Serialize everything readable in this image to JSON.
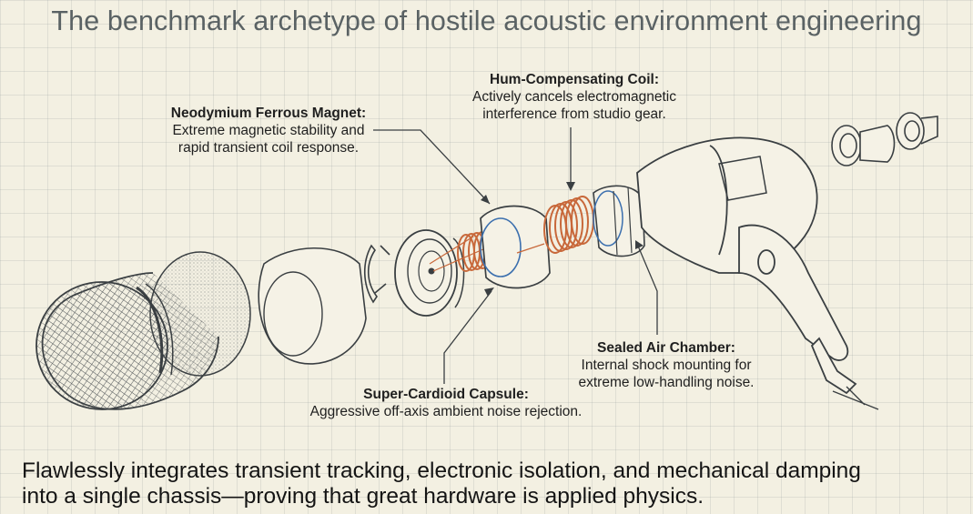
{
  "title": "The benchmark archetype of hostile acoustic environment engineering",
  "callouts": {
    "magnet": {
      "title": "Neodymium Ferrous Magnet:",
      "line1": "Extreme magnetic stability and",
      "line2": "rapid transient coil response."
    },
    "coil": {
      "title": "Hum-Compensating Coil:",
      "line1": "Actively cancels electromagnetic",
      "line2": "interference from studio gear."
    },
    "chamber": {
      "title": "Sealed Air Chamber:",
      "line1": "Internal shock mounting for",
      "line2": "extreme low-handling noise."
    },
    "capsule": {
      "title": "Super-Cardioid Capsule:",
      "line1": "Aggressive off-axis ambient noise rejection."
    }
  },
  "conclusion": {
    "line1": "Flawlessly integrates transient tracking, electronic isolation, and mechanical damping",
    "line2": "into a single chassis—proving that great hardware is applied physics."
  },
  "colors": {
    "background": "#f3f0e2",
    "ink": "#3a3f42",
    "copper": "#c8683a",
    "leader": "#3b6fae"
  }
}
